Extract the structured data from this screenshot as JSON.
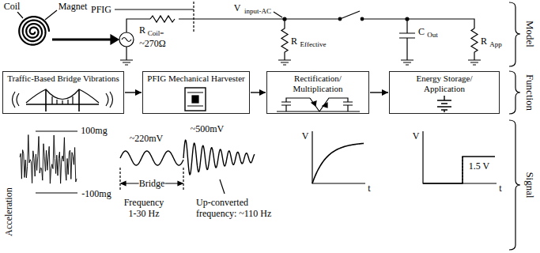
{
  "diagram": {
    "nodes": [
      {
        "text": [
          "Traffic-Based Bridge Vibrations"
        ]
      },
      {
        "text": [
          "PFIG Mechanical Harvester"
        ]
      },
      {
        "text": [
          "Rectification/ Multiplication"
        ]
      },
      {
        "text": [
          "Energy Storage/ Application"
        ]
      }
    ],
    "edges": [
      {
        "from": 0,
        "to": 1,
        "arrow": "to"
      },
      {
        "from": 1,
        "to": 2,
        "arrow": "to"
      },
      {
        "from": 2,
        "to": 3,
        "arrow": "to"
      }
    ],
    "labels": [
      "Magnet",
      "Coil",
      "PFIG",
      "R",
      "Coil=",
      "~270Ω",
      "V",
      "input-AC",
      "R",
      "Effective",
      "C",
      "Out",
      "R",
      "App",
      "Model",
      "Function",
      "Signal",
      "100mg",
      "-100mg",
      "Acceleration",
      "~220mV",
      "~500mV",
      "Bridge",
      "Frequency 1-30 Hz",
      "Up-converted frequency: ~110 Hz",
      "V",
      "t",
      "V",
      "t",
      "1.5 V"
    ]
  }
}
